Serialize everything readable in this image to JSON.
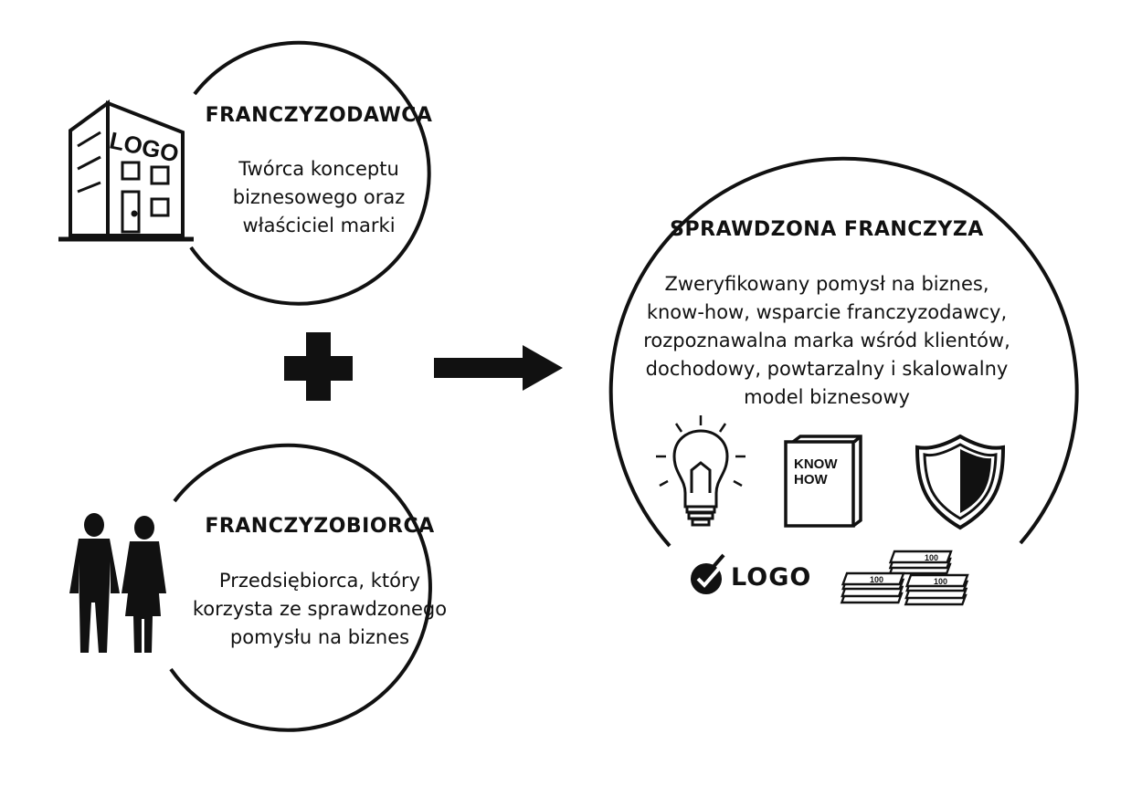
{
  "franchisor": {
    "title": "FRANCZYZODAWCA",
    "description_lines": [
      "Twórca konceptu",
      "biznesowego oraz",
      "właściciel marki"
    ],
    "building_sign": "LOGO"
  },
  "franchisee": {
    "title": "FRANCZYZOBIORCA",
    "description_lines": [
      "Przedsiębiorca, który",
      "korzysta ze sprawdzonego",
      "pomysłu na biznes"
    ]
  },
  "franchise": {
    "title": "SPRAWDZONA FRANCZYZA",
    "description_lines": [
      "Zweryfikowany pomysł na biznes,",
      "know-how, wsparcie franczyzodawcy,",
      "rozpoznawalna marka wśród klientów,",
      "dochodowy, powtarzalny i skalowalny",
      "model biznesowy"
    ],
    "book_label_1": "KNOW",
    "book_label_2": "HOW",
    "brand_label": "LOGO",
    "money_label": "100"
  },
  "colors": {
    "ink": "#111111",
    "background": "#ffffff"
  },
  "icons": [
    "building-icon",
    "people-icon",
    "plus-icon",
    "arrow-right-icon",
    "lightbulb-icon",
    "book-icon",
    "shield-icon",
    "checkmark-icon",
    "money-icon"
  ]
}
